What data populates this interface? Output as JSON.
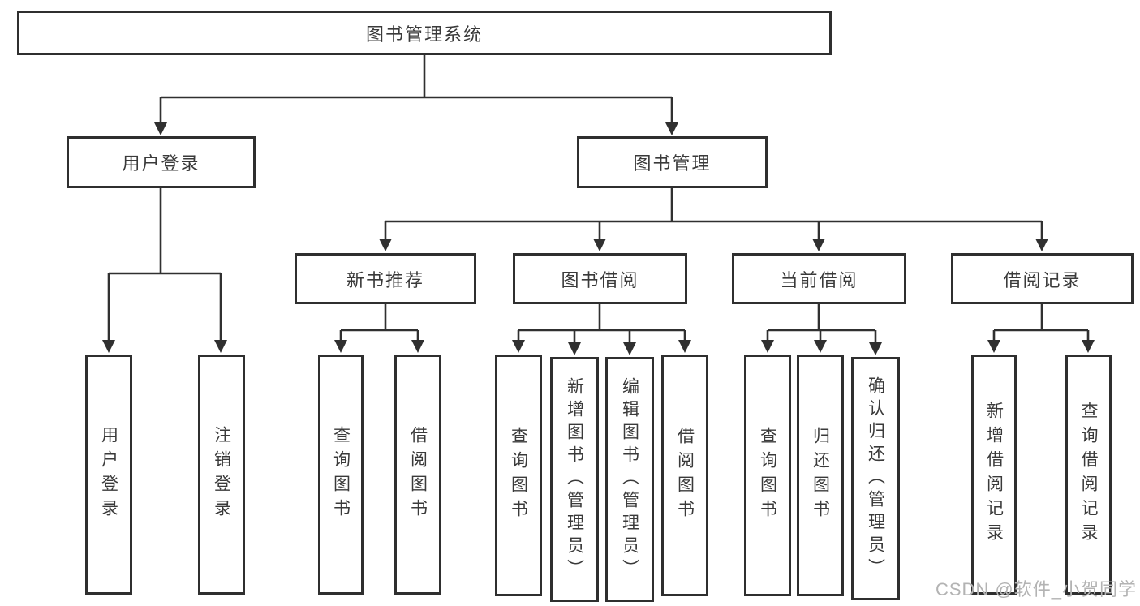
{
  "root": {
    "label": "图书管理系统"
  },
  "branches": [
    {
      "label": "用户登录",
      "leaves": [
        {
          "label": "用户登录"
        },
        {
          "label": "注销登录"
        }
      ]
    },
    {
      "label": "图书管理",
      "groups": [
        {
          "label": "新书推荐",
          "leaves": [
            {
              "label": "查询图书"
            },
            {
              "label": "借阅图书"
            }
          ]
        },
        {
          "label": "图书借阅",
          "leaves": [
            {
              "label": "查询图书"
            },
            {
              "label": "新增图书（管理员）"
            },
            {
              "label": "编辑图书（管理员）"
            },
            {
              "label": "借阅图书"
            }
          ]
        },
        {
          "label": "当前借阅",
          "leaves": [
            {
              "label": "查询图书"
            },
            {
              "label": "归还图书"
            },
            {
              "label": "确认归还（管理员）"
            }
          ]
        },
        {
          "label": "借阅记录",
          "leaves": [
            {
              "label": "新增借阅记录"
            },
            {
              "label": "查询借阅记录"
            }
          ]
        }
      ]
    }
  ],
  "watermark": {
    "text": "CSDN @软件_小贺同学"
  },
  "colors": {
    "line": "#303030",
    "box_border": "#2f2f2f",
    "text": "#3a3a3a",
    "watermark": "#b3b3b3",
    "background": "#ffffff"
  }
}
